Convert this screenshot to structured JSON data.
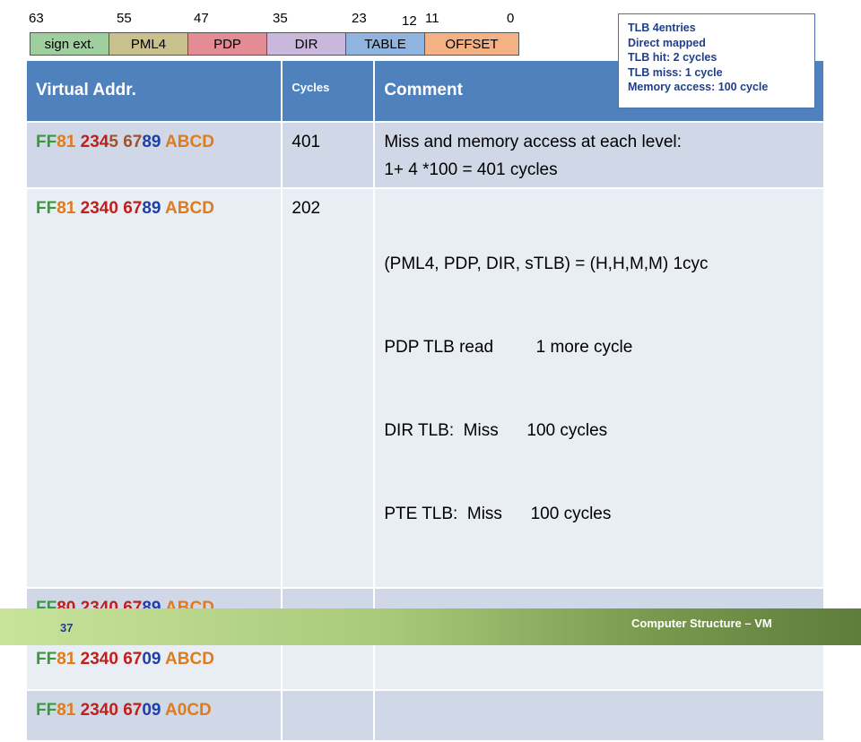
{
  "bit_positions": [
    "63",
    "55",
    "47",
    "35",
    "23",
    "12",
    "11",
    "0"
  ],
  "fields": [
    {
      "label": "sign ext.",
      "color": "#9fcf9f"
    },
    {
      "label": "PML4",
      "color": "#c9c18d"
    },
    {
      "label": "PDP",
      "color": "#e48c93"
    },
    {
      "label": "DIR",
      "color": "#c9b8dc"
    },
    {
      "label": "TABLE",
      "color": "#8fb4e0"
    },
    {
      "label": "OFFSET",
      "color": "#f4b183"
    }
  ],
  "info": {
    "line1": "TLB 4entries",
    "line2": "Direct mapped",
    "line3": "TLB hit: 2 cycles",
    "line4": "TLB miss: 1 cycle",
    "line5": "Memory access: 100 cycle"
  },
  "table": {
    "headers": {
      "addr": "Virtual Addr.",
      "cycles": "Cycles",
      "comment": "Comment"
    },
    "rows": [
      {
        "addr": {
          "p1": "FF",
          "p2": "81 ",
          "p3": "234",
          "p4": "5 67",
          "p5": "89 ",
          "p6": "ABCD"
        },
        "cycles": "401",
        "comment": {
          "l1": "Miss and memory access at each level:",
          "l2": "1+ 4 *100 = 401 cycles"
        }
      },
      {
        "addr": {
          "p1": "FF",
          "p2": "81 ",
          "p3": "234",
          "p4": "0 67",
          "p5": "89 ",
          "p6": "ABCD"
        },
        "cycles": "202",
        "comment": {
          "l1": "(PML4, PDP, DIR, sTLB) = (H,H,M,M) 1cyc",
          "l2": "PDP TLB read         1 more cycle",
          "l3": "DIR TLB:  Miss      100 cycles",
          "l4": "PTE TLB:  Miss      100 cycles"
        }
      },
      {
        "addr": {
          "p1": "FF",
          "p2": "80 ",
          "p3": "234",
          "p4": "0 67",
          "p5": "89 ",
          "p6": "ABCD"
        },
        "cycles": "",
        "comment": ""
      },
      {
        "addr": {
          "p1": "FF",
          "p2": "81 ",
          "p3": "234",
          "p4": "0 67",
          "p5": "09 ",
          "p6": "ABCD"
        },
        "cycles": "",
        "comment": ""
      },
      {
        "addr": {
          "p1": "FF",
          "p2": "81 ",
          "p3": "234",
          "p4": "0 67",
          "p5": "09 ",
          "p6": "A0CD"
        },
        "cycles": "",
        "comment": ""
      }
    ]
  },
  "footer": {
    "page": "37",
    "course": "Computer Structure – VM"
  }
}
